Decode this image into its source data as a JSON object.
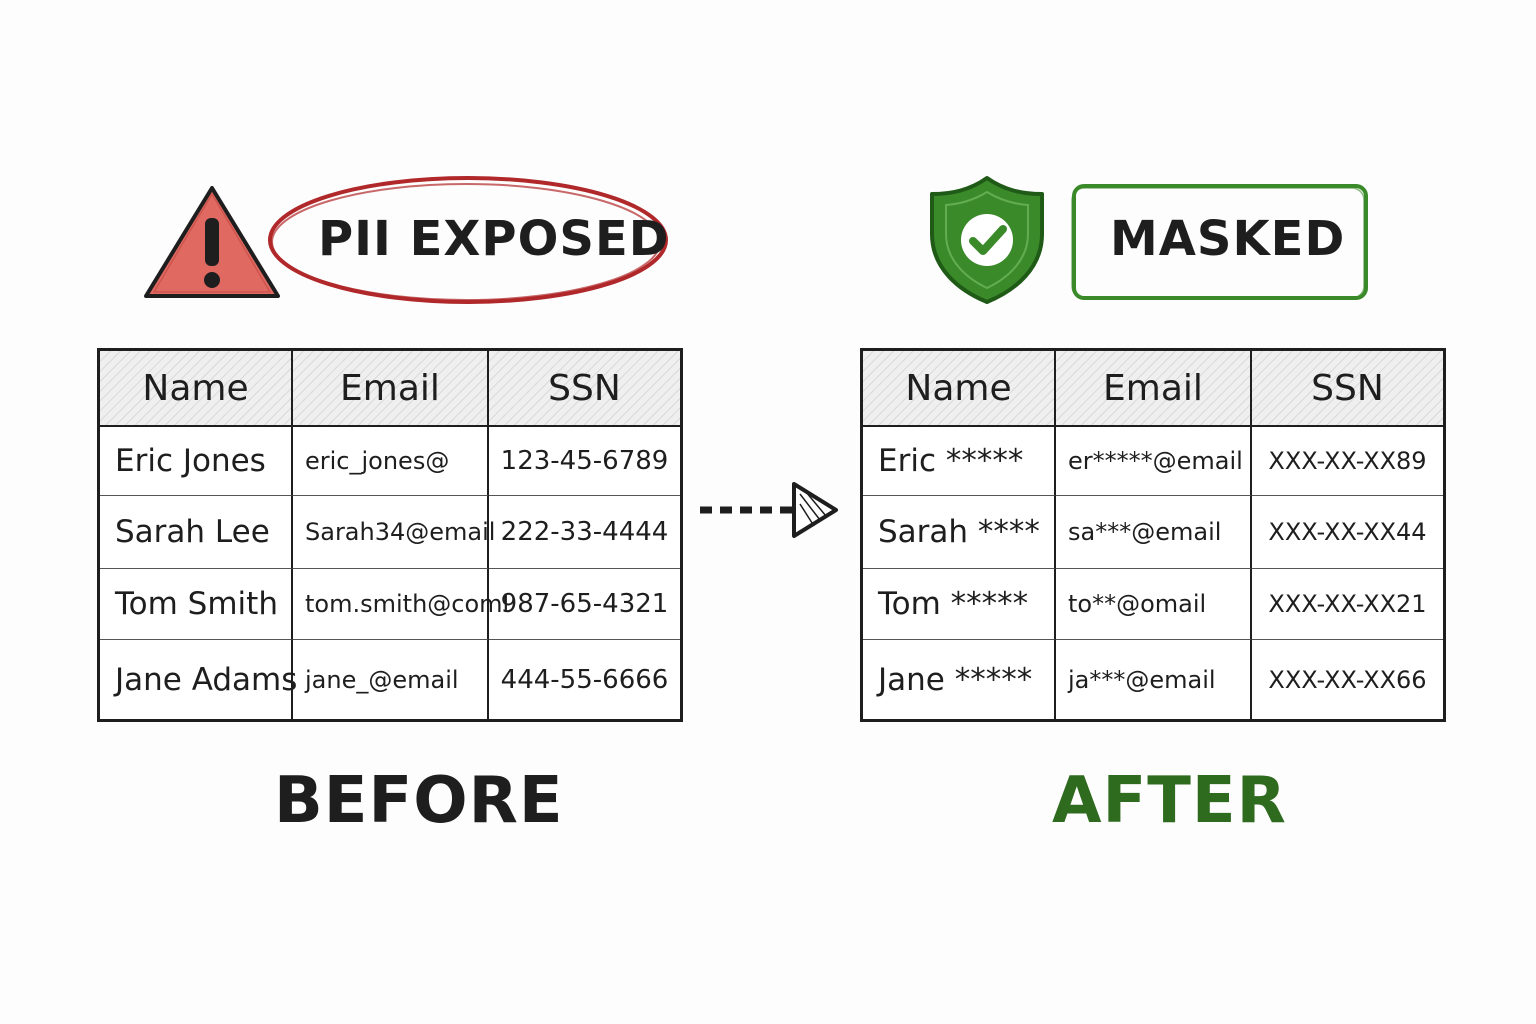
{
  "before": {
    "badge": "PII EXPOSED",
    "caption": "BEFORE",
    "columns": [
      "Name",
      "Email",
      "SSN"
    ],
    "rows": [
      [
        "Eric Jones",
        "eric_jones@",
        "123-45-6789"
      ],
      [
        "Sarah Lee",
        "Sarah34@email",
        "222-33-4444"
      ],
      [
        "Tom Smith",
        "tom.smith@coml",
        "987-65-4321"
      ],
      [
        "Jane Adams",
        "jane_@email",
        "444-55-6666"
      ]
    ]
  },
  "after": {
    "badge": "MASKED",
    "caption": "AFTER",
    "columns": [
      "Name",
      "Email",
      "SSN"
    ],
    "rows": [
      [
        "Eric *****",
        "er*****@email",
        "XXX-XX-XX89"
      ],
      [
        "Sarah ****",
        "sa***@email",
        "XXX-XX-XX44"
      ],
      [
        "Tom *****",
        "to**@omail",
        "XXX-XX-XX21"
      ],
      [
        "Jane *****",
        "ja***@email",
        "XXX-XX-XX66"
      ]
    ]
  },
  "icons": {
    "warning": "warning-triangle-icon",
    "shield": "shield-check-icon",
    "arrow": "dashed-arrow-right-icon"
  },
  "colors": {
    "exposed_red": "#b0282a",
    "warning_fill": "#e06a62",
    "masked_green": "#3a8a2a",
    "after_caption": "#2f6b1f",
    "ink": "#1e1e1e"
  }
}
